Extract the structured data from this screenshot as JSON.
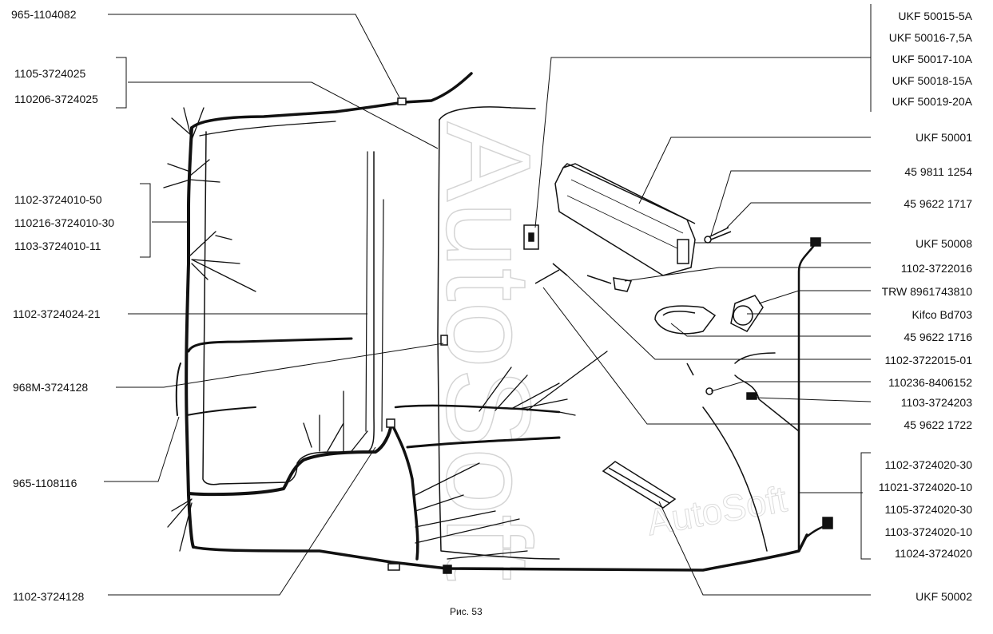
{
  "diagram": {
    "caption": "Рис. 53",
    "watermark": "AutoSoft",
    "colors": {
      "line": "#111111",
      "watermark": "#d9d9d9",
      "background": "#ffffff"
    }
  },
  "labels_left": {
    "l1": "965-1104082",
    "l2": "1105-3724025",
    "l3": "110206-3724025",
    "l4": "1102-3724010-50",
    "l5": "110216-3724010-30",
    "l6": "1103-3724010-11",
    "l7": "1102-3724024-21",
    "l8": "968M-3724128",
    "l9": "965-1108116",
    "l10": "1102-3724128"
  },
  "labels_right": {
    "r1": "UKF 50015-5A",
    "r2": "UKF 50016-7,5A",
    "r3": "UKF 50017-10A",
    "r4": "UKF 50018-15A",
    "r5": "UKF 50019-20A",
    "r6": "UKF 50001",
    "r7": "45 9811 1254",
    "r8": "45 9622 1717",
    "r9": "UKF 50008",
    "r10": "1102-3722016",
    "r11": "TRW 8961743810",
    "r12": "Kifco Bd703",
    "r13": "45 9622 1716",
    "r14": "1102-3722015-01",
    "r15": "110236-8406152",
    "r16": "1103-3724203",
    "r17": "45 9622 1722",
    "r18": "1102-3724020-30",
    "r19": "11021-3724020-10",
    "r20": "1105-3724020-30",
    "r21": "1103-3724020-10",
    "r22": "11024-3724020",
    "r23": "UKF 50002"
  }
}
